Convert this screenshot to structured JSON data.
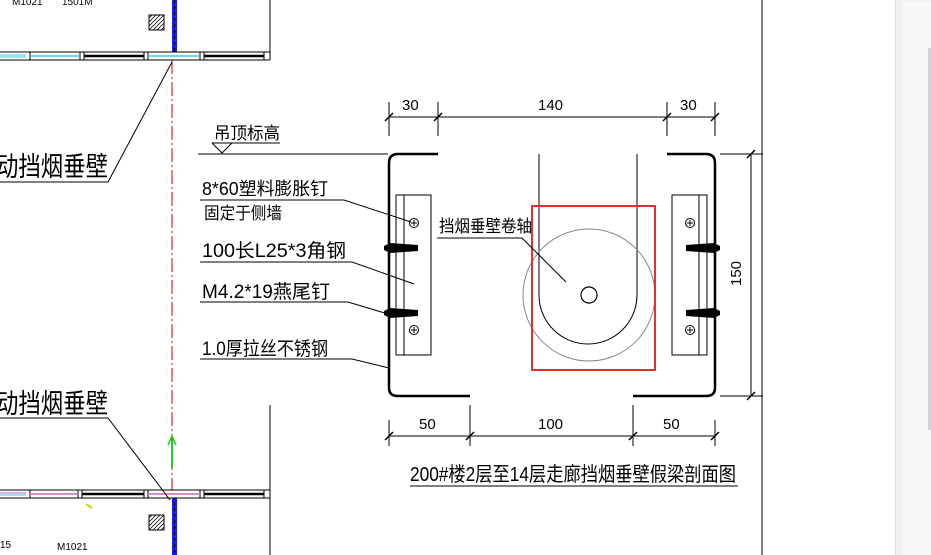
{
  "drawing": {
    "title": "200#楼2层至14层走廊挡烟垂壁假梁剖面图",
    "ceiling_label": "吊顶标高",
    "left_labels": {
      "upper": "动挡烟垂壁",
      "lower": "动挡烟垂壁",
      "door_top_a": "M1021",
      "door_top_b": "1501M",
      "door_bottom": "M1021",
      "grid_bottom": "15"
    },
    "callouts": {
      "anchor_line1": "8*60塑料膨胀钉",
      "anchor_line2": "固定于侧墙",
      "angle_steel": "100长L25*3角钢",
      "screw": "M4.2*19燕尾钉",
      "steel_sheet": "1.0厚拉丝不锈钢",
      "roller": "挡烟垂壁卷轴"
    },
    "dimensions": {
      "top_left": "30",
      "top_mid": "140",
      "top_right": "30",
      "right": "150",
      "bottom_left": "50",
      "bottom_mid": "100",
      "bottom_right": "50"
    },
    "colors": {
      "line": "#000000",
      "highlight": "#e03232",
      "axis": "#cc0000",
      "wall_blue": "#1a1aff",
      "window_cyan": "#3cc8e6",
      "green_mark": "#22cc22"
    }
  },
  "viewer": {
    "scrollbar": "vertical-scrollbar"
  }
}
